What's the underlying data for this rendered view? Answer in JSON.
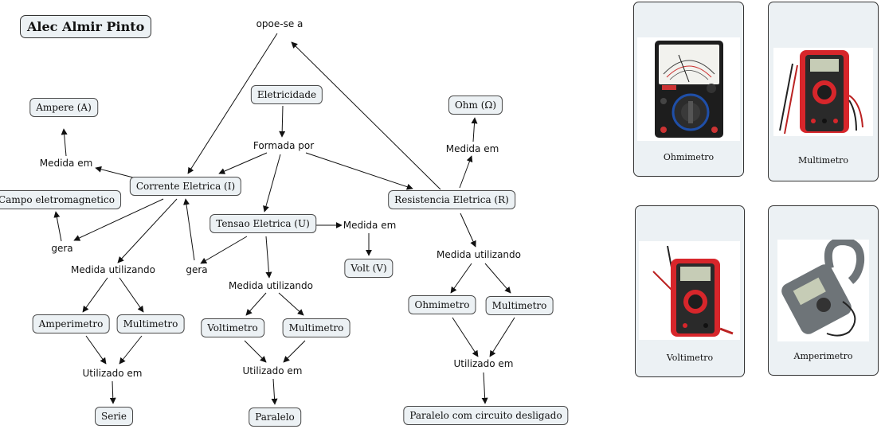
{
  "title": "Alec Almir Pinto",
  "nodes": {
    "eletricidade": "Eletricidade",
    "corrente": "Corrente Eletrica (I)",
    "tensao": "Tensao Eletrica (U)",
    "resistencia": "Resistencia Eletrica (R)",
    "ampere": "Ampere (A)",
    "campo": "Campo eletromagnetico",
    "volt": "Volt (V)",
    "ohm": "Ohm (Ω)",
    "amperimetro": "Amperimetro",
    "multimetro_1": "Multimetro",
    "voltimetro": "Voltimetro",
    "multimetro_2": "Multimetro",
    "ohmimetro": "Ohmimetro",
    "multimetro_3": "Multimetro",
    "serie": "Serie",
    "paralelo": "Paralelo",
    "paralelo_desligado": "Paralelo com circuito desligado"
  },
  "links": {
    "opoe_se_a": "opoe-se a",
    "formada_por": "Formada por",
    "medida_em_1": "Medida em",
    "medida_em_2": "Medida em",
    "medida_em_3": "Medida em",
    "gera_1": "gera",
    "gera_2": "gera",
    "medida_utilizando_1": "Medida utilizando",
    "medida_utilizando_2": "Medida utilizando",
    "medida_utilizando_3": "Medida utilizando",
    "utilizado_em_1": "Utilizado em",
    "utilizado_em_2": "Utilizado em",
    "utilizado_em_3": "Utilizado em"
  },
  "cards": {
    "ohmimetro": "Ohmimetro",
    "multimetro": "Multimetro",
    "voltimetro": "Voltimetro",
    "amperimetro": "Amperimetro"
  },
  "colors": {
    "node_fill": "#ecf1f4",
    "node_border": "#4a4a4a",
    "edge": "#111111",
    "meter_red": "#d7262b",
    "meter_black": "#1d1d1d",
    "meter_gray": "#6e7478"
  }
}
